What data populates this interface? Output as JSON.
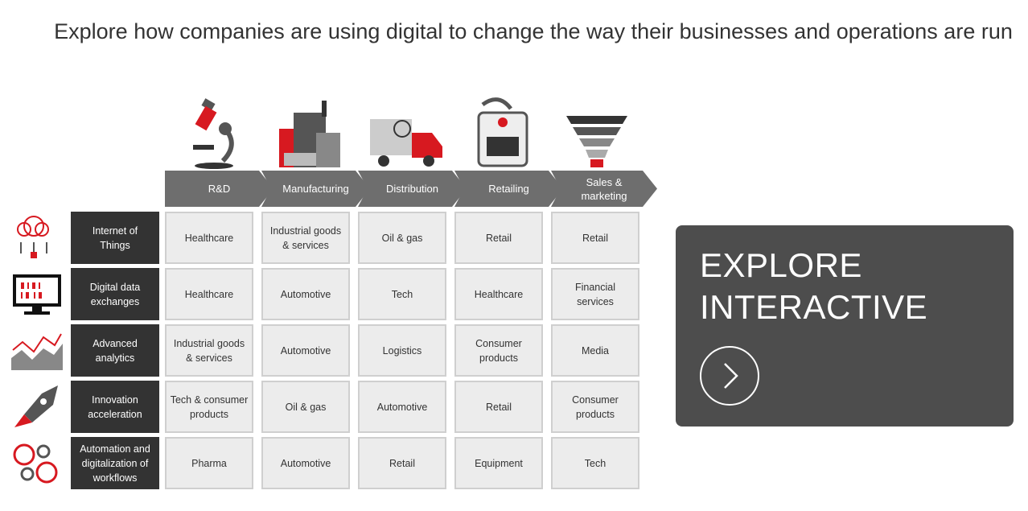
{
  "title": "Explore how companies are using digital to change the way their businesses and operations are run",
  "accent_color": "#d71920",
  "stages": [
    {
      "label": "R&D",
      "icon": "microscope-icon"
    },
    {
      "label": "Manufacturing",
      "icon": "factory-icon"
    },
    {
      "label": "Distribution",
      "icon": "delivery-truck-icon"
    },
    {
      "label": "Retailing",
      "icon": "price-tag-barcode-icon"
    },
    {
      "label": "Sales & marketing",
      "icon": "funnel-icon"
    }
  ],
  "rows": [
    {
      "label": "Internet of Things",
      "icon": "cloud-network-icon",
      "cells": [
        "Healthcare",
        "Industrial goods & services",
        "Oil & gas",
        "Retail",
        "Retail"
      ]
    },
    {
      "label": "Digital data exchanges",
      "icon": "binary-monitor-icon",
      "cells": [
        "Healthcare",
        "Automotive",
        "Tech",
        "Healthcare",
        "Financial services"
      ]
    },
    {
      "label": "Advanced analytics",
      "icon": "analytics-chart-icon",
      "cells": [
        "Industrial goods & services",
        "Automotive",
        "Logistics",
        "Consumer products",
        "Media"
      ]
    },
    {
      "label": "Innovation acceleration",
      "icon": "rocket-icon",
      "cells": [
        "Tech & consumer products",
        "Oil & gas",
        "Automotive",
        "Retail",
        "Consumer products"
      ]
    },
    {
      "label": "Automation and digitalization of workflows",
      "icon": "gears-icon",
      "cells": [
        "Pharma",
        "Automotive",
        "Retail",
        "Equipment",
        "Tech"
      ]
    }
  ],
  "cta": {
    "label": "EXPLORE INTERACTIVE",
    "icon": "chevron-right-icon"
  }
}
